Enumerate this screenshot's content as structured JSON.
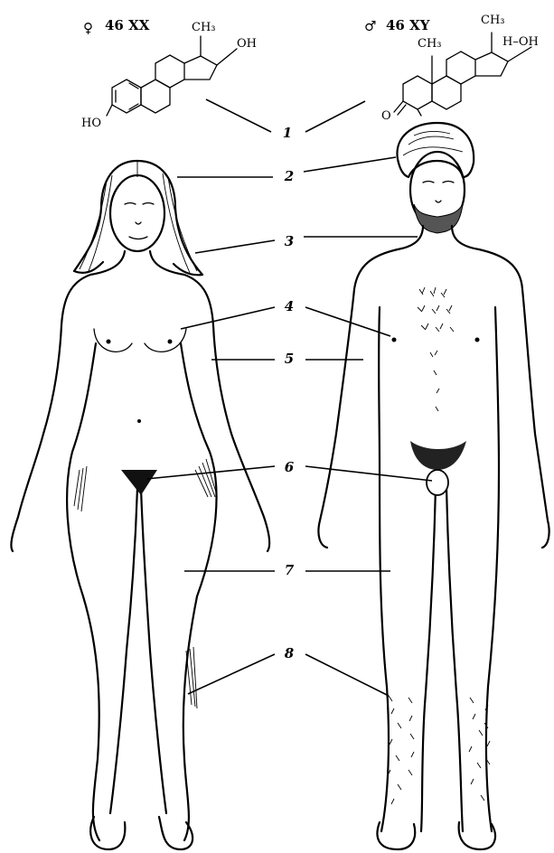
{
  "female": {
    "symbol": "♀",
    "karyotype": "46 XX",
    "hormone_labels": {
      "methyl": "CH₃",
      "hydroxyl_top": "OH",
      "hydroxyl_ring": "HO"
    }
  },
  "male": {
    "symbol": "♂",
    "karyotype": "46 XY",
    "hormone_labels": {
      "methyl_top": "CH₃",
      "methyl_ring": "CH₃",
      "hydroxyl": "H–OH",
      "keto": "O"
    }
  },
  "callouts": [
    "1",
    "2",
    "3",
    "4",
    "5",
    "6",
    "7",
    "8"
  ]
}
